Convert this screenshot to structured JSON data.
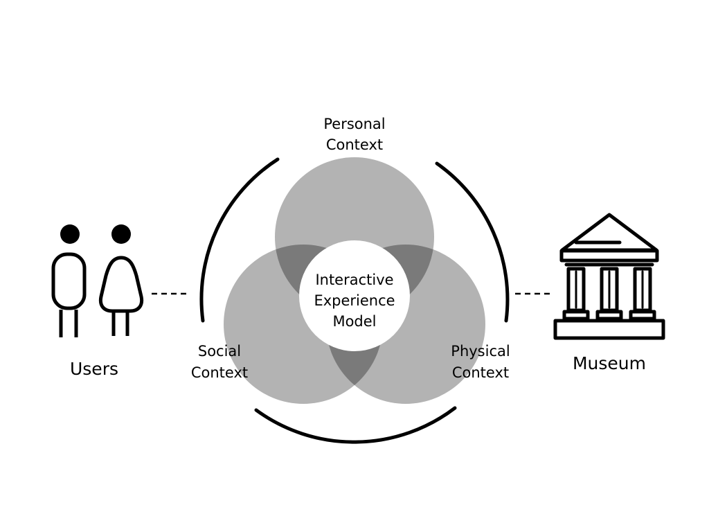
{
  "center": {
    "line1": "Interactive",
    "line2": "Experience",
    "line3": "Model"
  },
  "personal": {
    "line1": "Personal",
    "line2": "Context"
  },
  "social": {
    "line1": "Social",
    "line2": "Context"
  },
  "physical": {
    "line1": "Physical",
    "line2": "Context"
  },
  "users": {
    "label": "Users",
    "icon": "users-icon"
  },
  "museum": {
    "label": "Museum",
    "icon": "museum-icon"
  },
  "colors": {
    "circle_fill": "#b3b3b3",
    "overlap_fill": "#7a7a7a",
    "center_fill": "#ffffff",
    "stroke": "#000000"
  }
}
